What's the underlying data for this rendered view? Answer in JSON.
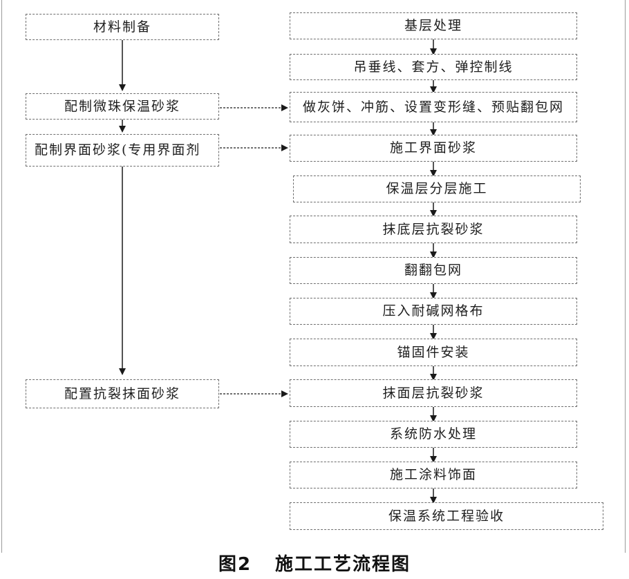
{
  "diagram": {
    "left_column": [
      "材料制备",
      "配制微珠保温砂浆",
      "配制界面砂浆(专用界面剂",
      "配置抗裂抹面砂浆"
    ],
    "right_column": [
      "基层处理",
      "吊垂线、套方、弹控制线",
      "做灰饼、冲筋、设置变形缝、预贴翻包网",
      "施工界面砂浆",
      "保温层分层施工",
      "抹底层抗裂砂浆",
      "翻翻包网",
      "压入耐碱网格布",
      "锚固件安装",
      "抹面层抗裂砂浆",
      "系统防水处理",
      "施工涂料饰面",
      "保温系统工程验收"
    ]
  },
  "caption": {
    "figure_number": "图2",
    "title": "施工工艺流程图"
  }
}
